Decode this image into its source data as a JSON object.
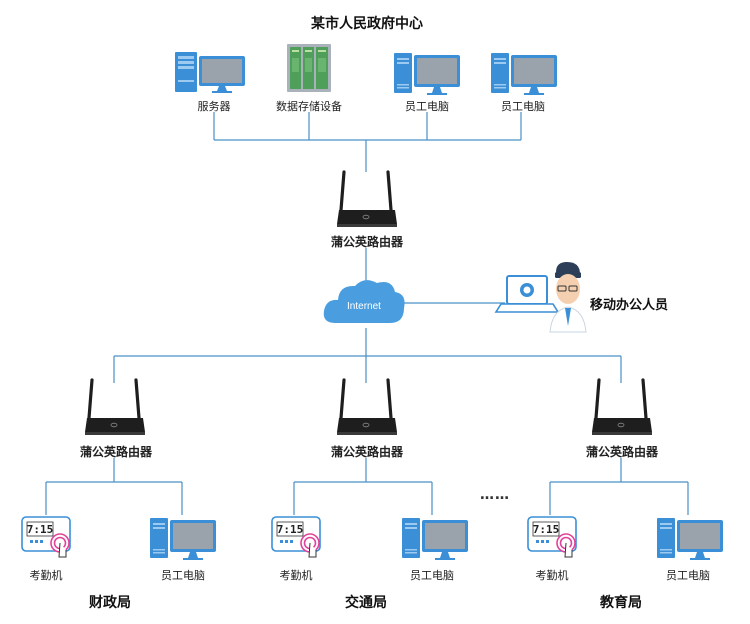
{
  "title": "某市人民政府中心",
  "hq_devices": [
    {
      "label": "服务器",
      "icon": "server-pc-icon"
    },
    {
      "label": "数据存储设备",
      "icon": "storage-rack-icon"
    },
    {
      "label": "员工电脑",
      "icon": "desktop-pc-icon"
    },
    {
      "label": "员工电脑",
      "icon": "desktop-pc-icon"
    }
  ],
  "core_router": {
    "label": "蒲公英路由器",
    "icon": "router-icon"
  },
  "internet": {
    "label": "Internet",
    "icon": "cloud-icon"
  },
  "mobile": {
    "label": "移动办公人员",
    "icon": "laptop-person-icon"
  },
  "branches": [
    {
      "name": "财政局",
      "router_label": "蒲公英路由器",
      "devices": [
        {
          "label": "考勤机",
          "icon": "attendance-machine-icon",
          "screen": "7:15"
        },
        {
          "label": "员工电脑",
          "icon": "desktop-pc-icon"
        }
      ]
    },
    {
      "name": "交通局",
      "router_label": "蒲公英路由器",
      "devices": [
        {
          "label": "考勤机",
          "icon": "attendance-machine-icon",
          "screen": "7:15"
        },
        {
          "label": "员工电脑",
          "icon": "desktop-pc-icon"
        }
      ]
    },
    {
      "name": "教育局",
      "router_label": "蒲公英路由器",
      "devices": [
        {
          "label": "考勤机",
          "icon": "attendance-machine-icon",
          "screen": "7:15"
        },
        {
          "label": "员工电脑",
          "icon": "desktop-pc-icon"
        }
      ]
    }
  ],
  "ellipsis": "……",
  "colors": {
    "line": "#4a90c8",
    "router": "#1e1e1e",
    "cloud": "#4a9ee0",
    "pc_blue": "#3a8fd6",
    "touch": "#e0449a"
  }
}
